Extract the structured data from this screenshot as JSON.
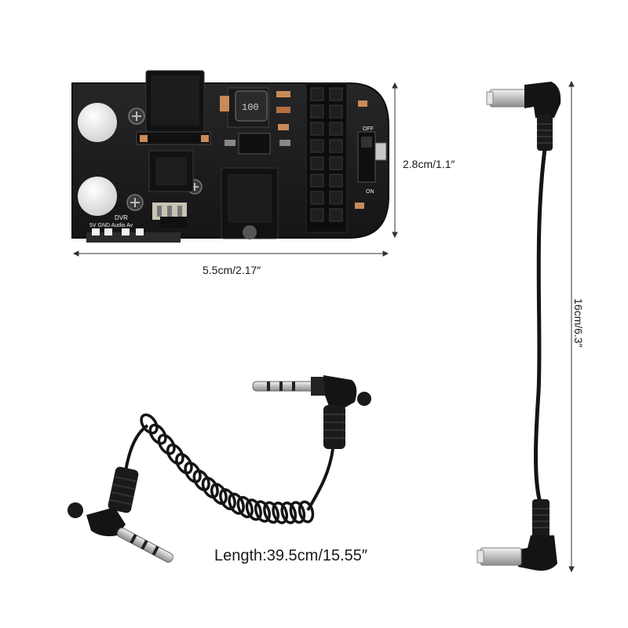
{
  "dimensions": {
    "board_width": "5.5cm/2.17″",
    "board_height": "2.8cm/1.1″",
    "dc_cable_length": "16cm/6.3″",
    "audio_cable_length": "Length:39.5cm/15.55″"
  },
  "board": {
    "silkscreen_dvr": "DVR",
    "silkscreen_pins": "5V GND Audio Av",
    "silkscreen_off": "OFF",
    "silkscreen_on": "ON",
    "inductor_marking": "100"
  },
  "colors": {
    "pcb": "#1b1b1d",
    "cable": "#141414",
    "metal": "#d9d9d9",
    "silkscreen": "#f2f2f2",
    "pad_copper": "#c98a5a"
  },
  "icons": [
    "dc-plug-icon",
    "audio-plug-icon",
    "switch-icon"
  ]
}
